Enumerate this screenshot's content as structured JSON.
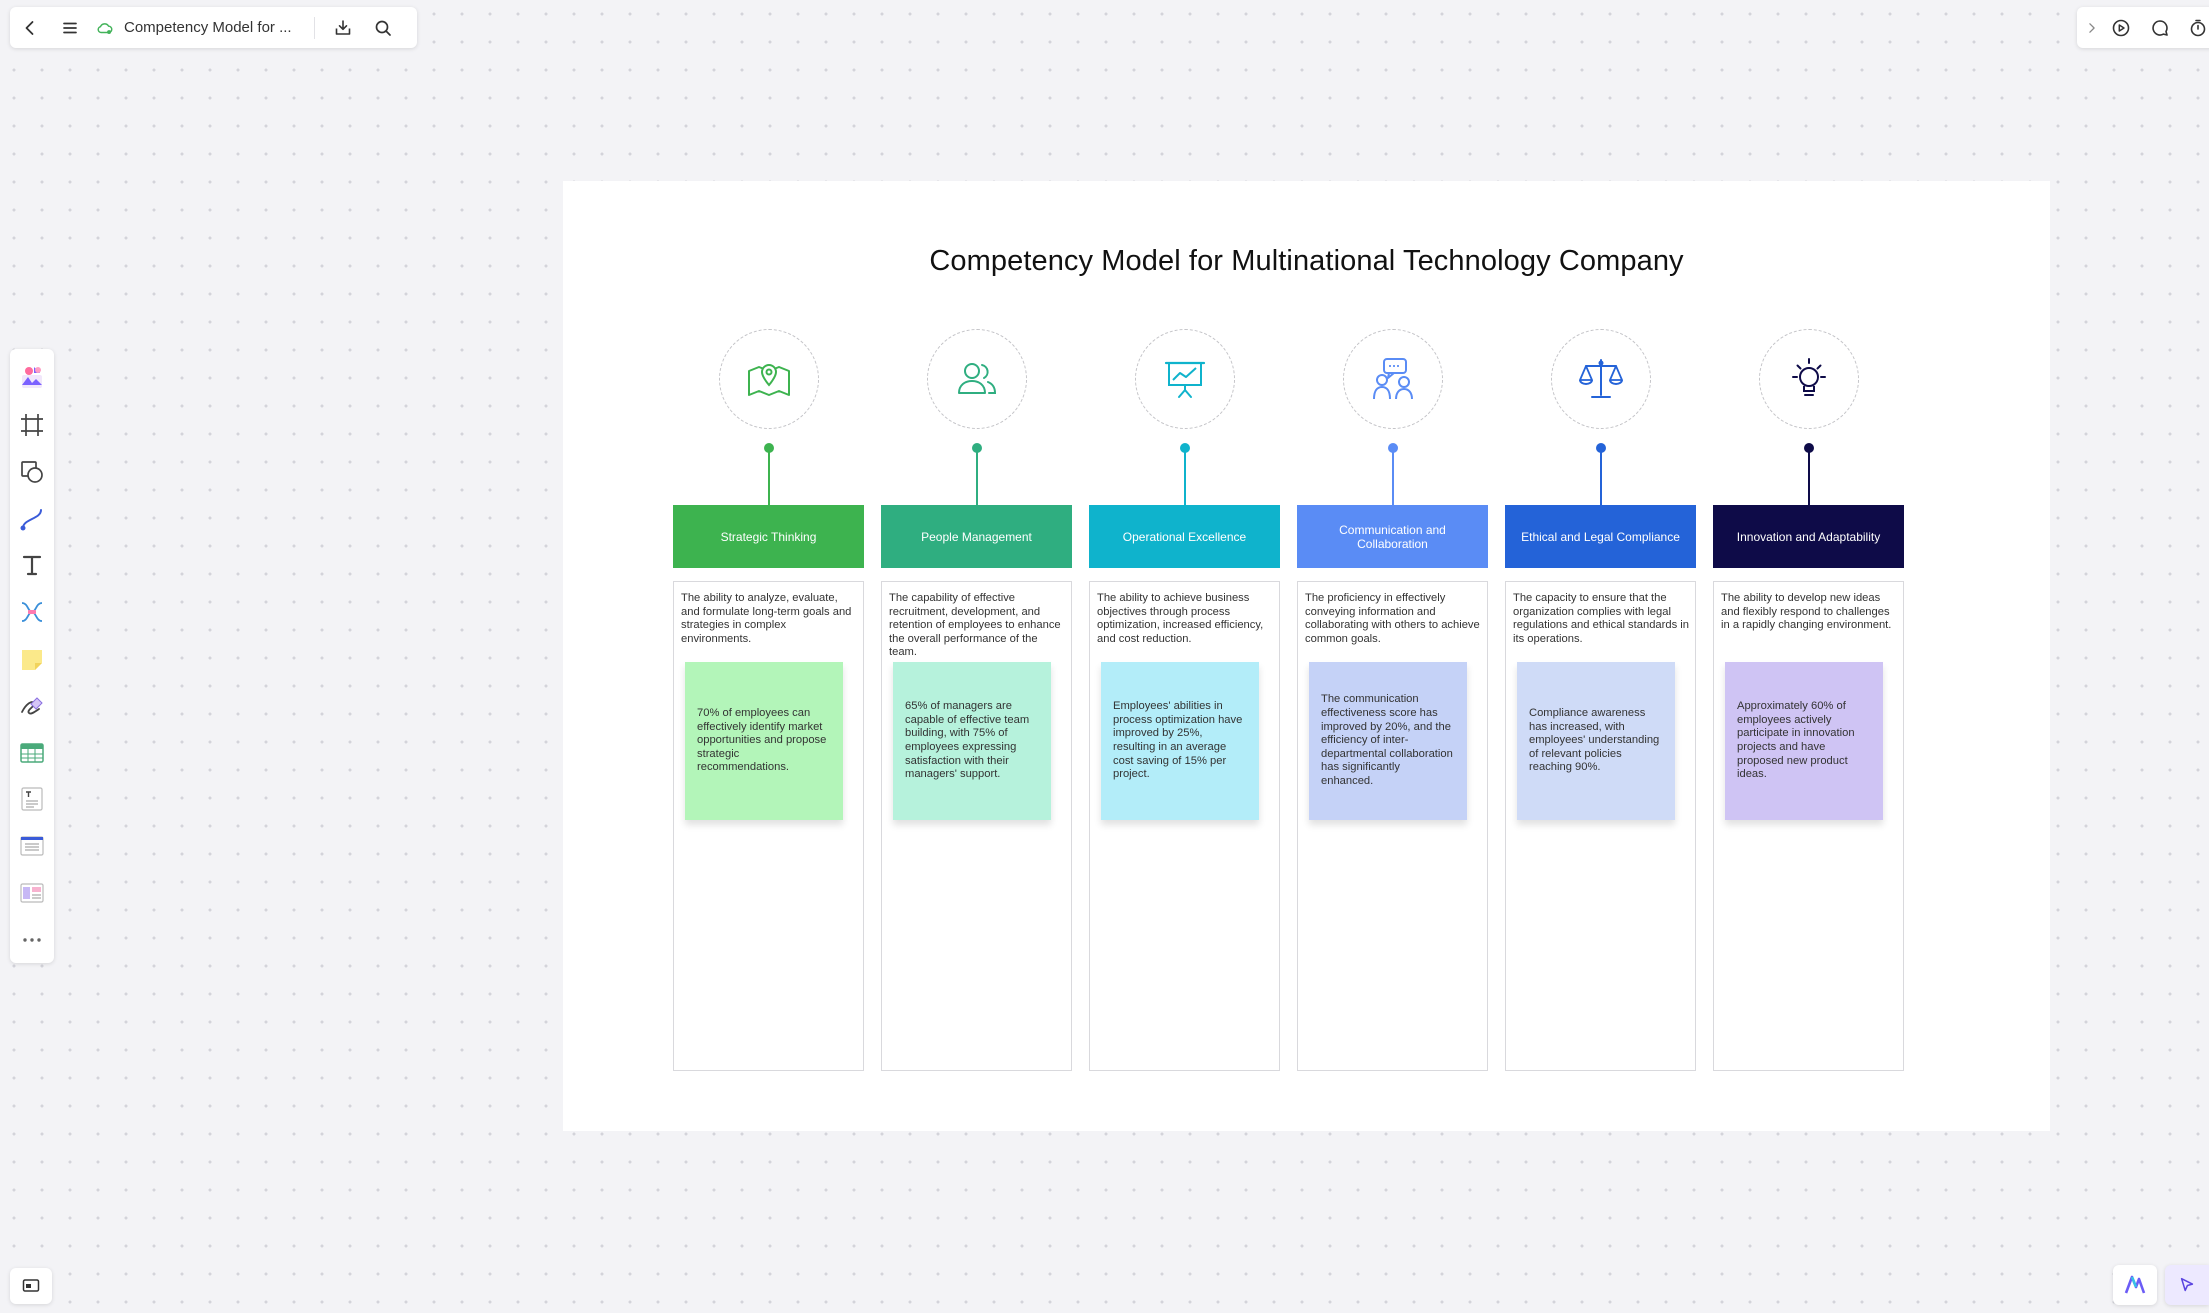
{
  "toolbar": {
    "doc_title": "Competency Model for ..."
  },
  "icons": {
    "back": "chevron-left-icon",
    "menu": "hamburger-menu-icon",
    "cloud": "cloud-sync-icon",
    "download": "download-icon",
    "search": "search-icon",
    "expand": "chevron-right-icon",
    "play": "play-icon",
    "comment": "comment-icon",
    "timer": "timer-icon"
  },
  "rail": {
    "items": [
      "templates-icon",
      "frame-icon",
      "shape-icon",
      "connector-icon",
      "text-icon",
      "mindmap-icon",
      "sticky-note-icon",
      "pen-icon",
      "table-icon",
      "text-block-icon",
      "list-icon",
      "layout-icon",
      "more-icon"
    ]
  },
  "canvas": {
    "title": "Competency Model for Multinational Technology Company",
    "columns": [
      {
        "name": "Strategic Thinking",
        "icon": "map-pin-icon",
        "color": "#3db34f",
        "sticky_color": "#b3f5b9",
        "description": "The ability to analyze, evaluate, and formulate long-term goals and strategies in complex environments.",
        "metric": "70% of employees can effectively identify market opportunities and propose strategic recommendations."
      },
      {
        "name": "People Management",
        "icon": "people-icon",
        "color": "#2fae80",
        "sticky_color": "#b6f2dc",
        "description": "The capability of effective recruitment, development, and retention of employees to enhance the overall performance of the team.",
        "metric": "65% of managers are capable of effective team building, with 75% of employees expressing satisfaction with their managers' support."
      },
      {
        "name": "Operational Excellence",
        "icon": "presentation-chart-icon",
        "color": "#0fb3cc",
        "sticky_color": "#b3edf9",
        "description": "The ability to achieve business objectives through process optimization, increased efficiency, and cost reduction.",
        "metric": "Employees' abilities in process optimization have improved by 25%, resulting in an average cost saving of 15% per project."
      },
      {
        "name": "Communication and Collaboration",
        "icon": "conversation-icon",
        "color": "#5a8cf5",
        "sticky_color": "#c5d2f7",
        "description": "The proficiency in effectively conveying information and collaborating with others to achieve common goals.",
        "metric": "The communication effectiveness score has improved by 20%, and the efficiency of inter-departmental collaboration has significantly enhanced."
      },
      {
        "name": "Ethical and Legal Compliance",
        "icon": "scales-icon",
        "color": "#2463d8",
        "sticky_color": "#cfdbf7",
        "description": "The capacity to ensure that the organization complies with legal regulations and ethical standards in its operations.",
        "metric": "Compliance awareness has increased, with employees' understanding of relevant policies reaching 90%."
      },
      {
        "name": "Innovation and Adaptability",
        "icon": "lightbulb-icon",
        "color": "#0e0b48",
        "sticky_color": "#cfc4f4",
        "description": "The ability to develop new ideas and flexibly respond to challenges in a rapidly changing environment.",
        "metric": "Approximately 60% of employees actively participate in innovation projects and have proposed new product ideas."
      }
    ]
  }
}
